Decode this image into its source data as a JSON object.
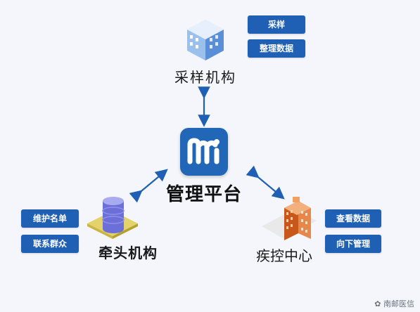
{
  "nodes": {
    "top": {
      "label": "采样机构",
      "tags": [
        "采样",
        "整理数据"
      ]
    },
    "center": {
      "label": "管理平台"
    },
    "left": {
      "label": "牵头机构",
      "tags": [
        "维护名单",
        "联系群众"
      ]
    },
    "right": {
      "label": "疾控中心",
      "tags": [
        "查看数据",
        "向下管理"
      ]
    }
  },
  "watermark": {
    "text": "南邮医信"
  },
  "colors": {
    "accent": "#1f5fb4",
    "logo_bg": "#2266b8",
    "arrow": "#1f5fb4"
  }
}
